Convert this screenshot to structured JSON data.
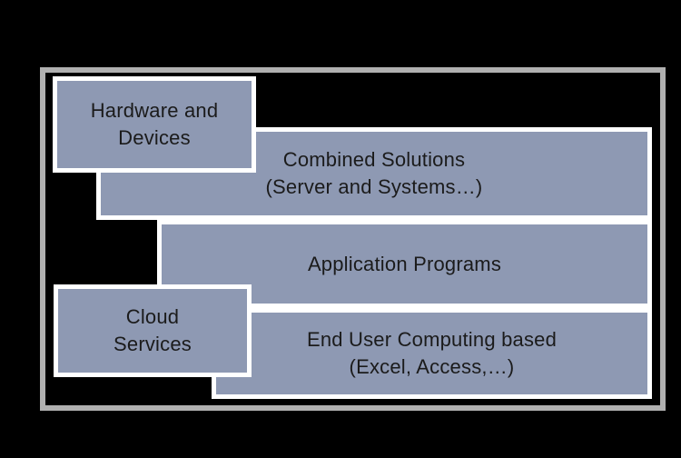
{
  "diagram": {
    "background_color": "#000000",
    "frame": {
      "border_color": "#b0b0b0",
      "fill_color": "#000000"
    },
    "box_style": {
      "fill_color": "#8e99b3",
      "border_color": "#ffffff",
      "text_color": "#1b1b1b"
    },
    "boxes": [
      {
        "name": "hardware-devices",
        "lines": [
          "Hardware and",
          "Devices"
        ]
      },
      {
        "name": "combined-solutions",
        "lines": [
          "Combined Solutions",
          "(Server and Systems…)"
        ]
      },
      {
        "name": "application-programs",
        "lines": [
          "Application Programs"
        ]
      },
      {
        "name": "cloud-services",
        "lines": [
          "Cloud",
          "Services"
        ]
      },
      {
        "name": "end-user-computing",
        "lines": [
          "End User Computing based",
          "(Excel, Access,…)"
        ]
      }
    ]
  }
}
